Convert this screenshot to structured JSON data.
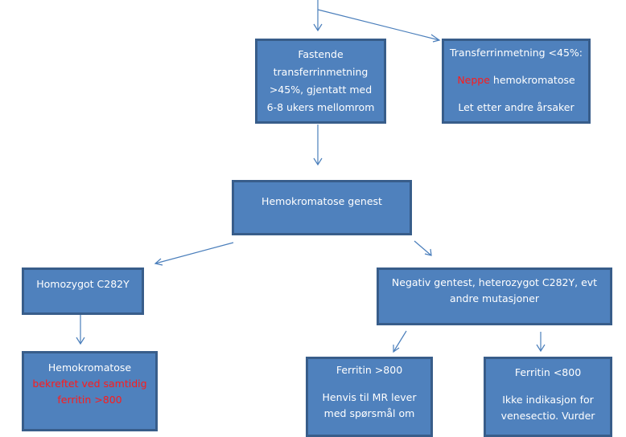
{
  "colors": {
    "box_fill": "#4f81bd",
    "box_border": "#385d8a",
    "arrow": "#4a7ebb",
    "text": "#ffffff",
    "highlight": "#ff1a1a"
  },
  "nodes": {
    "fasting": {
      "lines": [
        "Fastende",
        "transferrinmetning",
        ">45%, gjentatt med",
        "6-8 ukers mellomrom"
      ]
    },
    "low_saturation": {
      "title": "Transferrinmetning <45%:",
      "highlight": "Neppe",
      "rest": " hemokromatose",
      "footer": "Let etter andre årsaker"
    },
    "gene_test": {
      "label": "Hemokromatose genest"
    },
    "homozygous": {
      "label": "Homozygot C282Y"
    },
    "negative": {
      "lines": [
        "Negativ gentest, heterozygot C282Y, evt",
        "andre mutasjoner"
      ]
    },
    "confirmed": {
      "title": "Hemokromatose",
      "highlight_lines": [
        "bekreftet ved samtidig",
        "ferritin >800"
      ]
    },
    "ferritin_high": {
      "title": "Ferritin >800",
      "lines": [
        "Henvis til MR lever",
        "med spørsmål om"
      ]
    },
    "ferritin_low": {
      "title": "Ferritin <800",
      "lines": [
        "Ikke indikasjon for",
        "venesectio. Vurder"
      ]
    }
  }
}
